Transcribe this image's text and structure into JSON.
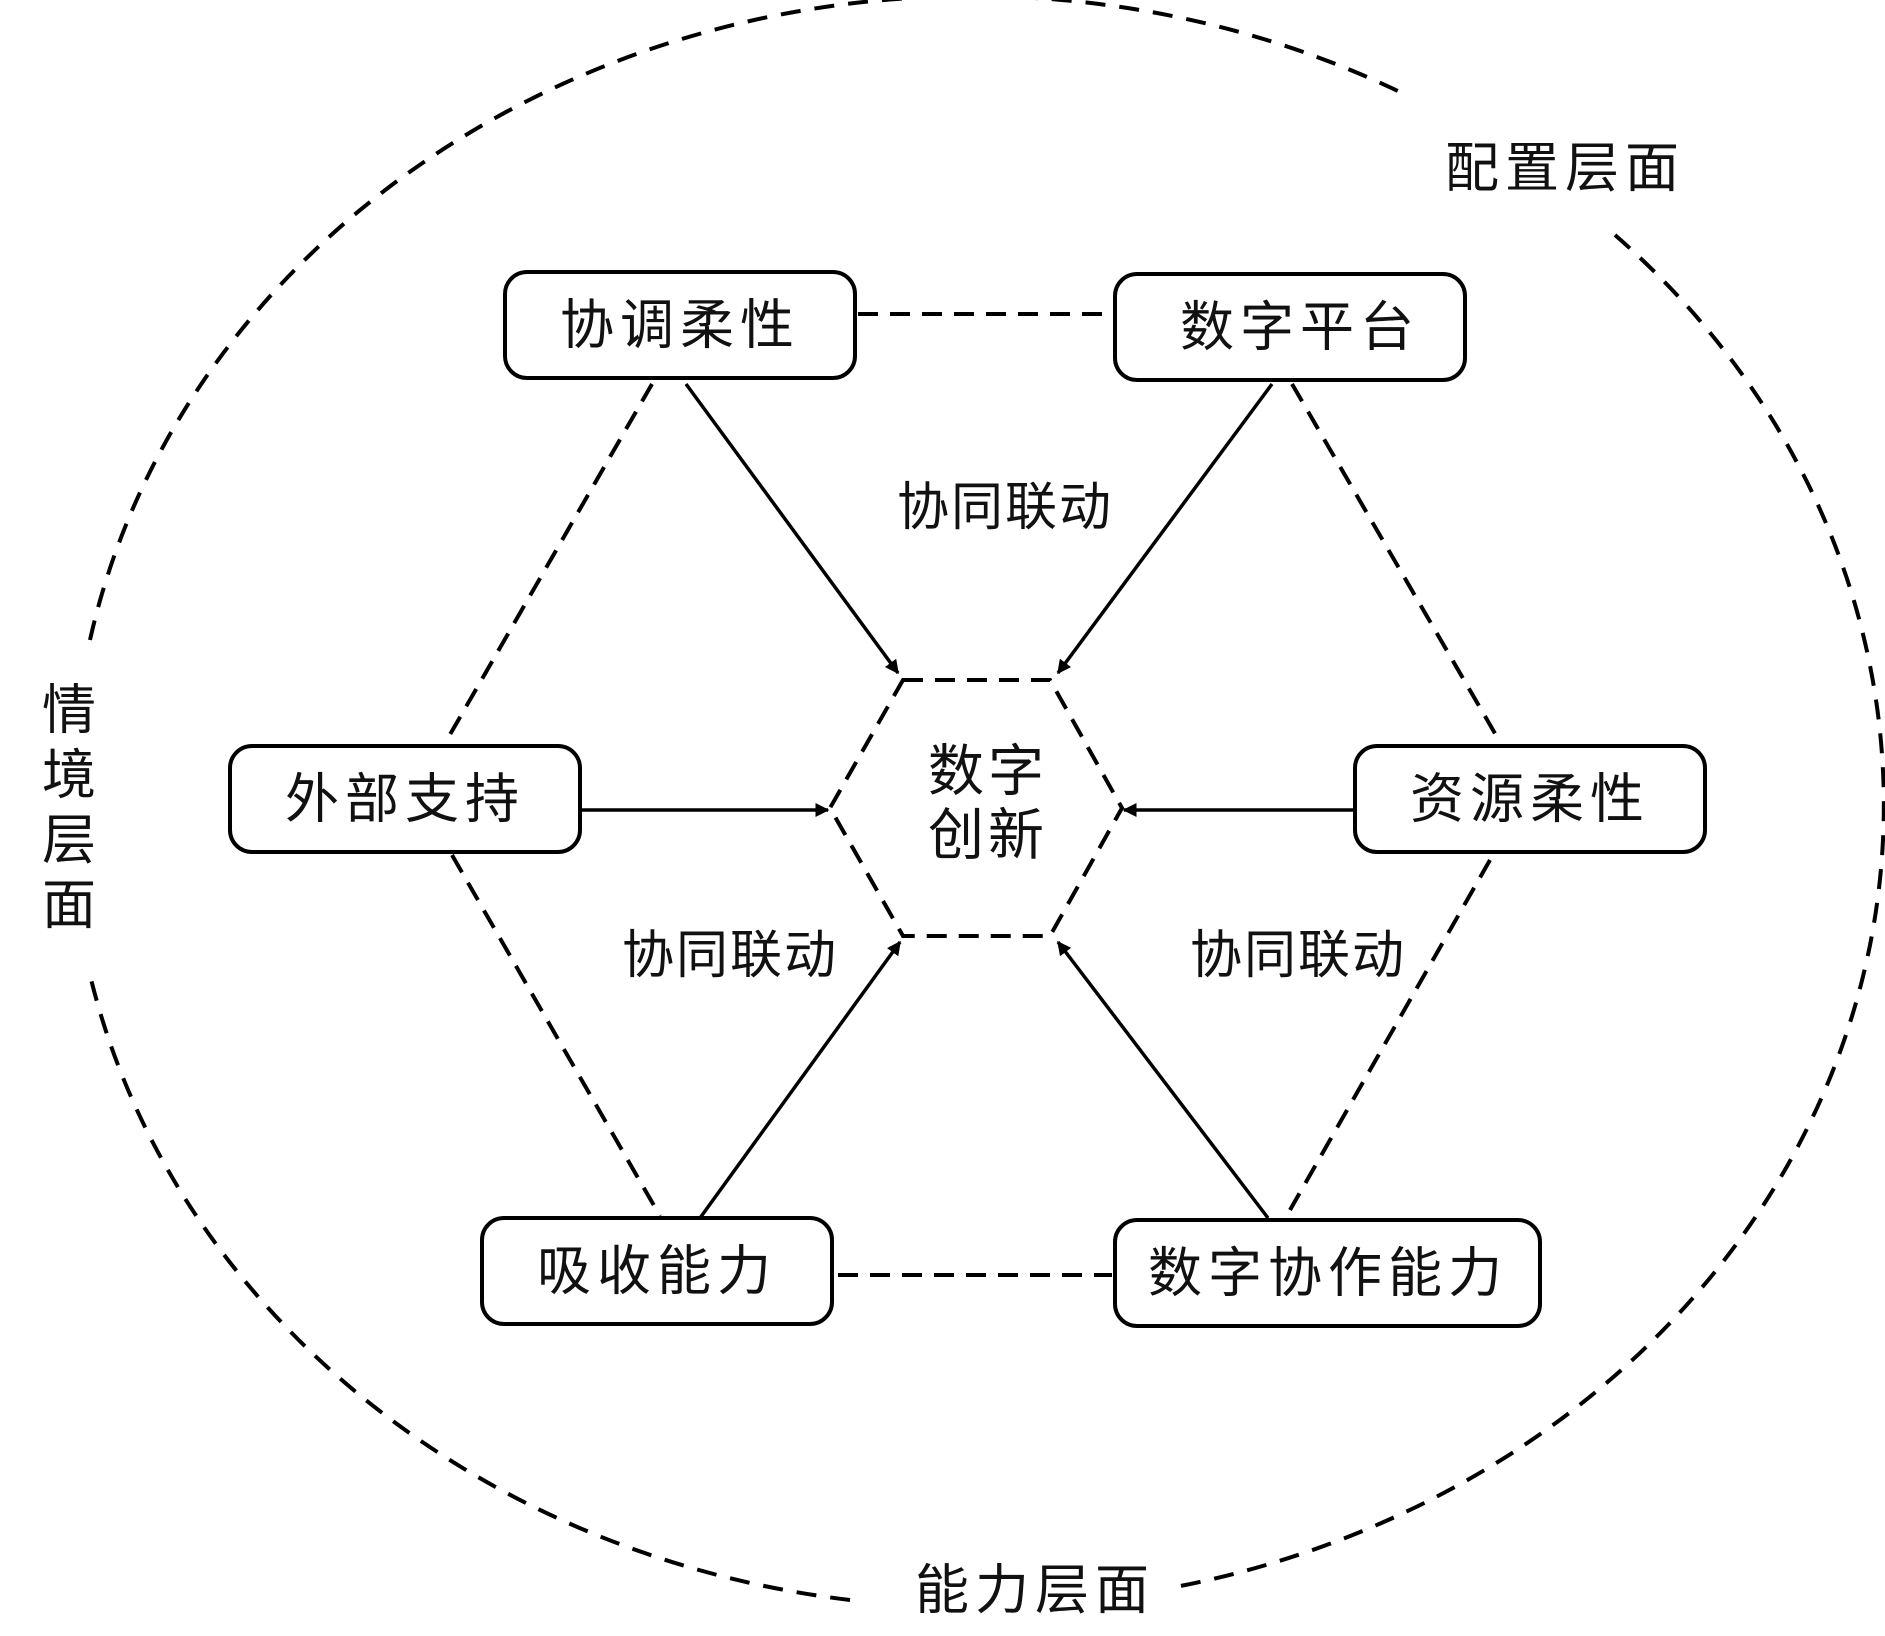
{
  "layers": {
    "configuration": "配置层面",
    "situation": "情境层面",
    "capability": "能力层面"
  },
  "center": {
    "line1": "数字",
    "line2": "创新"
  },
  "nodes": {
    "coordination_flexibility": "协调柔性",
    "digital_platform": "数字平台",
    "external_support": "外部支持",
    "resource_flexibility": "资源柔性",
    "absorptive_capacity": "吸收能力",
    "digital_collaboration_capacity": "数字协作能力"
  },
  "links": {
    "top": "协同联动",
    "bottom_left": "协同联动",
    "bottom_right": "协同联动"
  }
}
